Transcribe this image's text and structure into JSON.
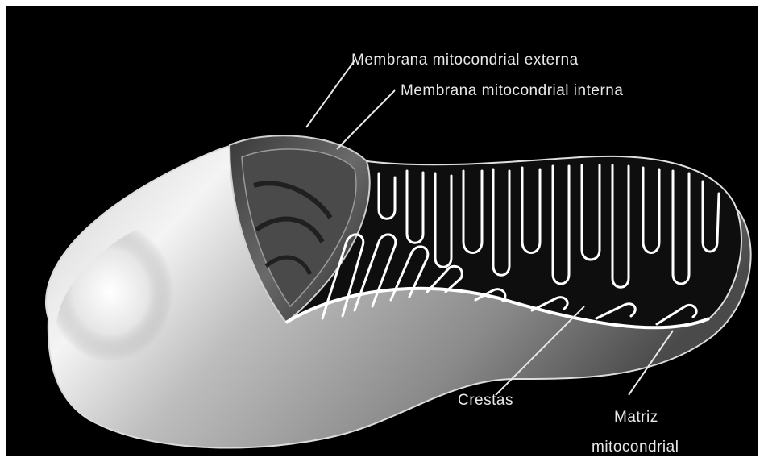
{
  "labels": {
    "outer_membrane": "Membrana mitocondrial externa",
    "inner_membrane": "Membrana mitocondrial interna",
    "cristae": "Crestas",
    "matrix_line1": "Matriz",
    "matrix_line2": "mitocondrial"
  },
  "colors": {
    "background": "#000000",
    "body_light": "#f2f2f2",
    "body_shadow": "#6b6b6b",
    "cristae": "#ffffff"
  }
}
